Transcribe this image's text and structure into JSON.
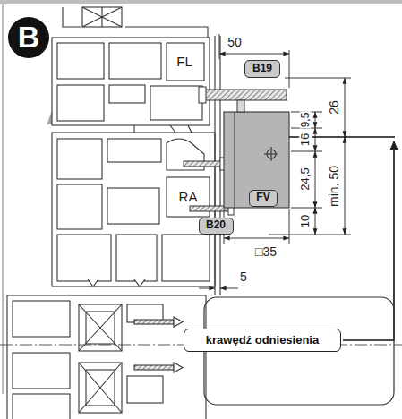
{
  "diagram": {
    "nodes": [
      {
        "text": [
          "B"
        ]
      },
      {
        "text": [
          "B19"
        ]
      },
      {
        "text": [
          "FV"
        ]
      },
      {
        "text": [
          "B20"
        ]
      },
      {
        "text": [
          "krawędź odniesienia"
        ]
      }
    ],
    "labels": [
      "50",
      "FL",
      "26",
      "9,5",
      "16",
      "24,5",
      "min. 50",
      "RA",
      "10",
      "□35",
      "5"
    ]
  }
}
